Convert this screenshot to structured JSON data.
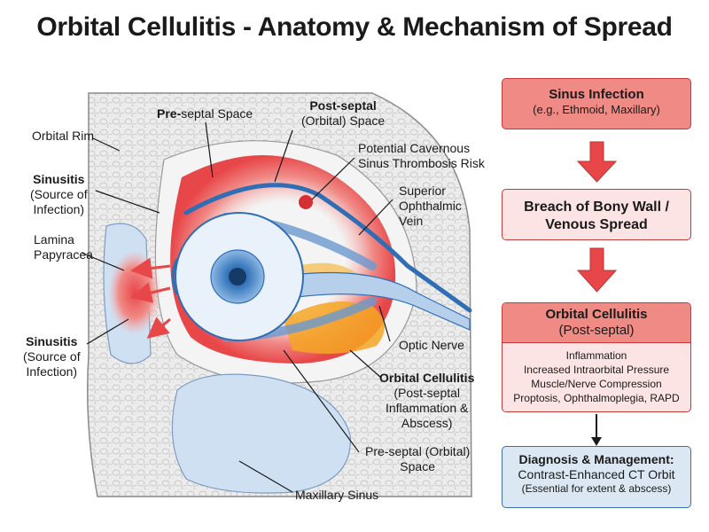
{
  "title": "Orbital Cellulitis - Anatomy & Mechanism of Spread",
  "labels": {
    "orbital_rim": "Orbital Rim",
    "preseptal_top_bold": "Pre-",
    "preseptal_top_rest": "septal Space",
    "postseptal_bold": "Post-septal",
    "postseptal_rest": "(Orbital) Space",
    "cavernous_1": "Potential Cavernous",
    "cavernous_2": "Sinus Thrombosis Risk",
    "sinusitis_top_bold": "Sinusitis",
    "sinusitis_top_1": "(Source of",
    "sinusitis_top_2": "Infection)",
    "sov_1": "Superior",
    "sov_2": "Ophthalmic",
    "sov_3": "Vein",
    "lamina_1": "Lamina",
    "lamina_2": "Papyracea",
    "sinusitis_bot_bold": "Sinusitis",
    "sinusitis_bot_1": "(Source of",
    "sinusitis_bot_2": "Infection)",
    "optic_nerve": "Optic Nerve",
    "oc_bold": "Orbital Cellulitis",
    "oc_1": "(Post-septal",
    "oc_2": "Inflammation &",
    "oc_3": "Abscess)",
    "preseptal_bot_1": "Pre-septal (Orbital)",
    "preseptal_bot_2": "Space",
    "maxillary": "Maxillary Sinus"
  },
  "flow": {
    "box1": {
      "heading": "Sinus Infection",
      "sub": "(e.g., Ethmoid, Maxillary)"
    },
    "box2": {
      "line1": "Breach of Bony Wall /",
      "line2": "Venous Spread"
    },
    "box3": {
      "heading": "Orbital Cellulitis",
      "sub": "(Post-septal)",
      "items": [
        "Inflammation",
        "Increased Intraorbital Pressure",
        "Muscle/Nerve Compression",
        "Proptosis, Ophthalmoplegia, RAPD"
      ]
    },
    "box4": {
      "heading": "Diagnosis & Management:",
      "main": "Contrast-Enhanced CT Orbit",
      "sub": "(Essential for extent & abscess)"
    }
  },
  "colors": {
    "inflammation": "#e8474a",
    "abscess": "#f5a623",
    "vessel": "#2f6db5",
    "bone": "#e6e6e6",
    "sinus": "#cfe0f3"
  }
}
